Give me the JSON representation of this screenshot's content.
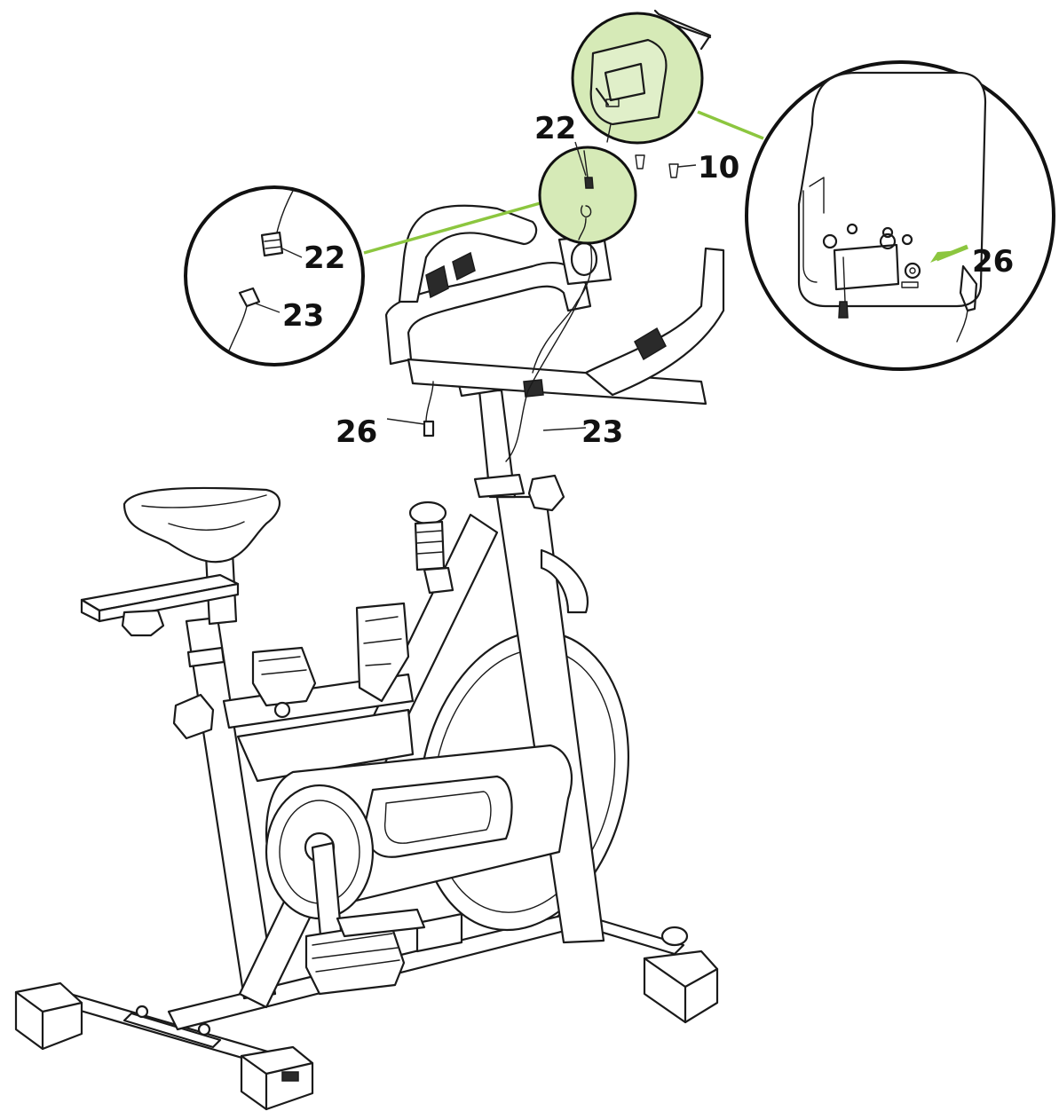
{
  "diagram": {
    "colors": {
      "highlight": "#d6eab7",
      "connector": "#8cc63f",
      "arrow": "#8cc63f",
      "line": "#1a1a1a"
    },
    "labels": {
      "top_22": "22",
      "top_10": "10",
      "left_detail_22": "22",
      "left_detail_23": "23",
      "right_detail_26": "26",
      "main_26": "26",
      "main_23": "23"
    }
  }
}
